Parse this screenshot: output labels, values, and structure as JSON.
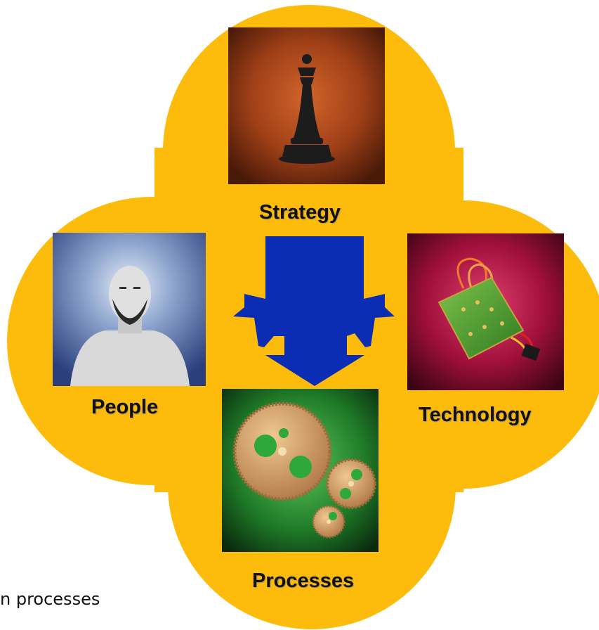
{
  "diagram": {
    "labels": {
      "strategy": "Strategy",
      "people": "People",
      "technology": "Technology",
      "processes": "Processes"
    },
    "footer_text": "n processes",
    "colors": {
      "background_shape": "#fdbb0c",
      "arrow": "#0a2db4"
    },
    "icons": {
      "strategy": "chess-queen-icon",
      "people": "human-figure-icon",
      "technology": "circuit-board-icon",
      "processes": "gears-icon"
    }
  }
}
